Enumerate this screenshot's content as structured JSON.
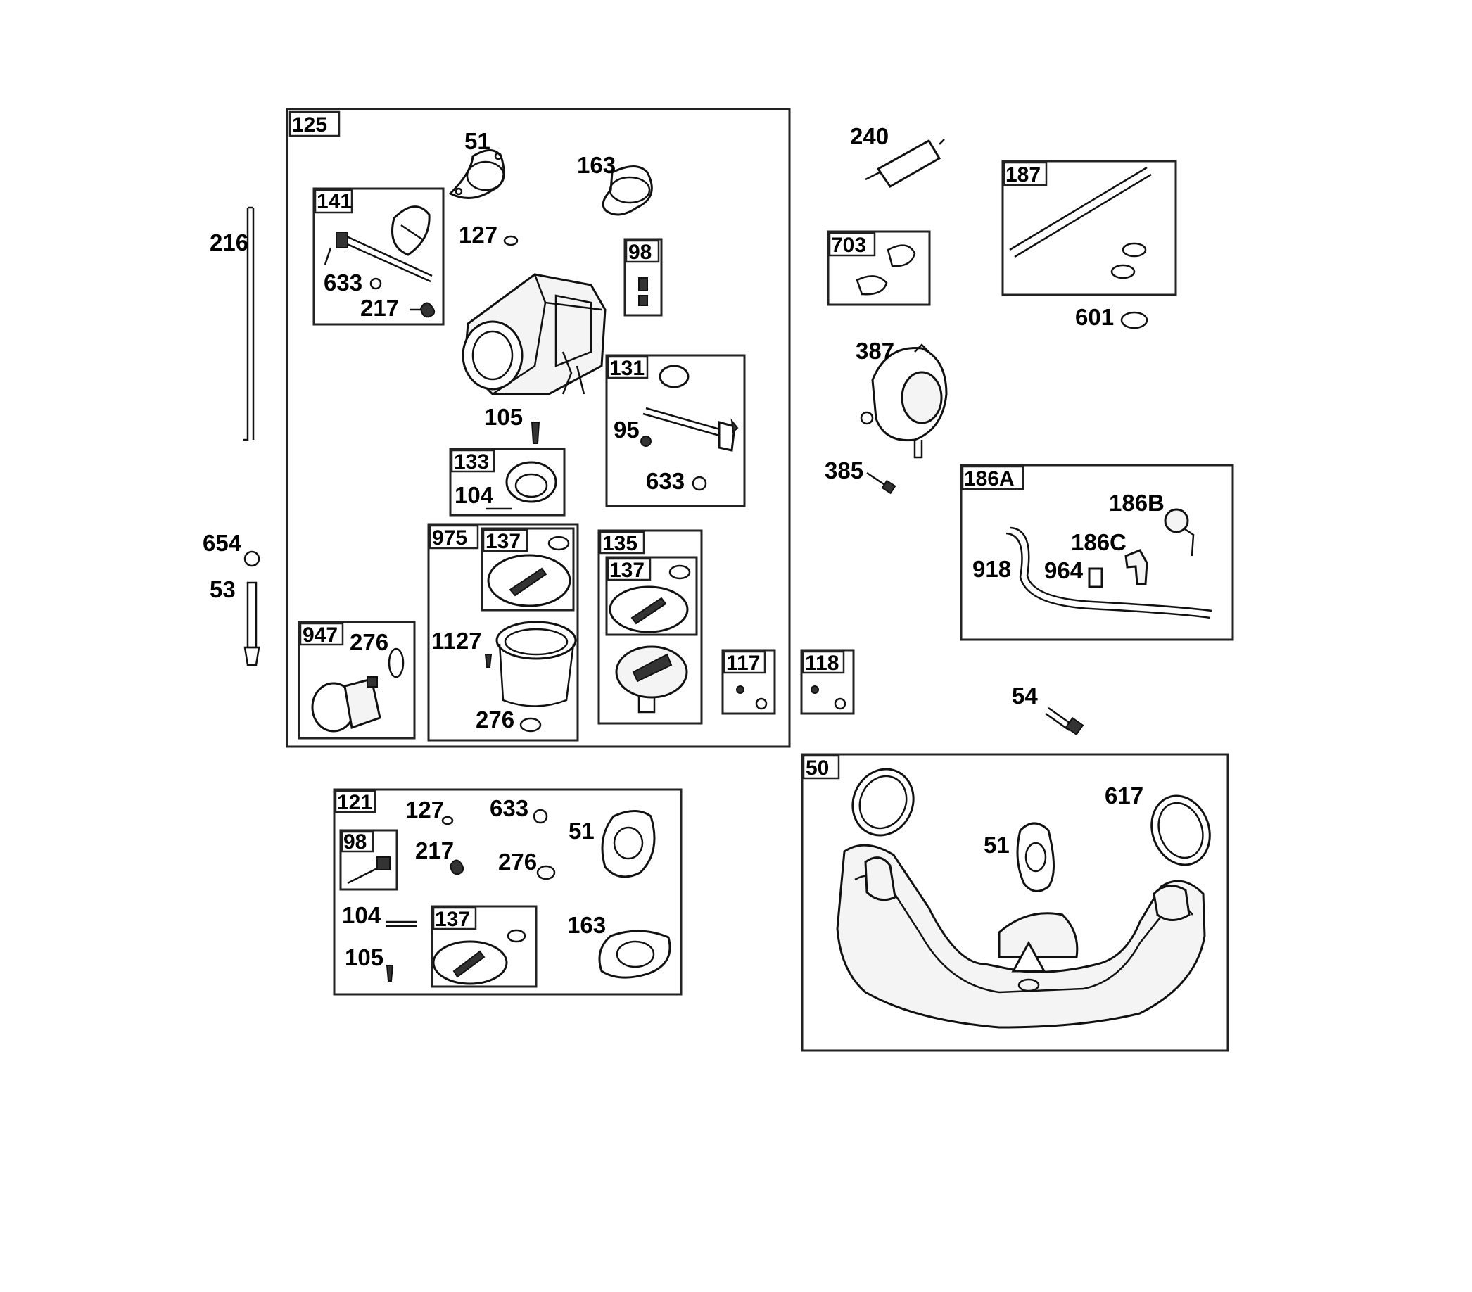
{
  "callouts": {
    "box125": "125",
    "box141": "141",
    "box98a": "98",
    "box131": "131",
    "box133": "133",
    "box975": "975",
    "box137a": "137",
    "box135": "135",
    "box137b": "137",
    "box947": "947",
    "box117": "117",
    "box118": "118",
    "box121": "121",
    "box98b": "98",
    "box137c": "137",
    "box703": "703",
    "box187": "187",
    "box186a": "186A",
    "box50": "50",
    "p216": "216",
    "p654": "654",
    "p53": "53",
    "p51a": "51",
    "p163a": "163",
    "p127a": "127",
    "p633a": "633",
    "p217a": "217",
    "p105a": "105",
    "p104a": "104",
    "p95": "95",
    "p633b": "633",
    "p276a": "276",
    "p1127": "1127",
    "p276b": "276",
    "p127b": "127",
    "p633c": "633",
    "p51b": "51",
    "p217b": "217",
    "p276c": "276",
    "p104b": "104",
    "p105b": "105",
    "p163b": "163",
    "p240": "240",
    "p601": "601",
    "p387": "387",
    "p385": "385",
    "p186b": "186B",
    "p186c": "186C",
    "p918": "918",
    "p964": "964",
    "p54": "54",
    "p617": "617",
    "p51c": "51"
  }
}
